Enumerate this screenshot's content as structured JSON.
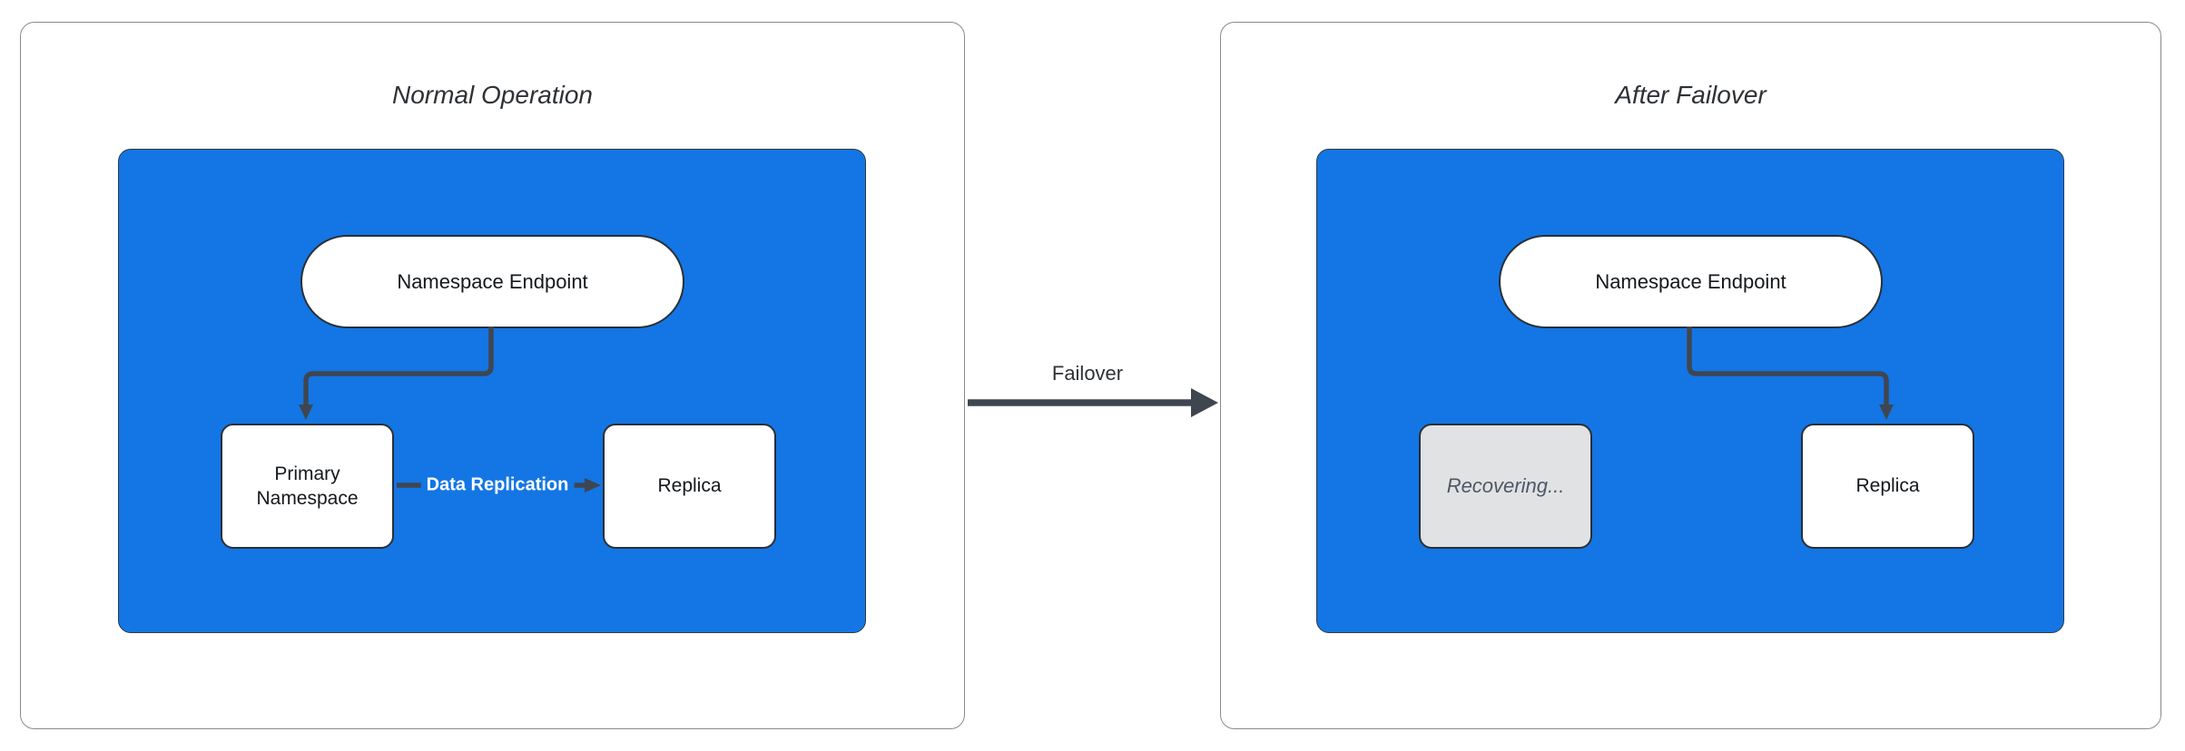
{
  "colors": {
    "canvas_bg": "#ffffff",
    "panel_border": "#8a8a8a",
    "blue_fill": "#1376e4",
    "blue_border": "#333a42",
    "node_border": "#2a2f36",
    "node_fill": "#ffffff",
    "connector": "#3f4650",
    "gray_fill": "#e1e2e4",
    "gray_text": "#4d5866",
    "text_dark": "#15181c",
    "title_color": "#2e3236",
    "label_on_blue": "#ffffff"
  },
  "panels": {
    "left": {
      "title": "Normal Operation",
      "nodes": {
        "endpoint": "Namespace Endpoint",
        "primary": "Primary Namespace",
        "replica": "Replica"
      },
      "edge_label": "Data Replication"
    },
    "right": {
      "title": "After Failover",
      "nodes": {
        "endpoint": "Namespace Endpoint",
        "recovering": "Recovering...",
        "replica": "Replica"
      }
    }
  },
  "transition": {
    "label": "Failover"
  }
}
